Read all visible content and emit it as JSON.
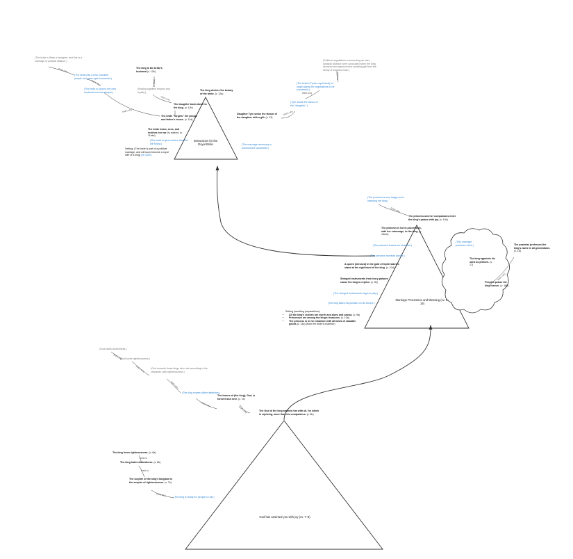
{
  "top": {
    "title": "Instructions for the Royal Bride",
    "notes": {
      "foreigner": "(The bride is likely a foreigner, and this is a marriage of political alliance.)",
      "new_loyalties": "(The bride has a new, loveable people and new royal household.)",
      "new_husband": "(The bride is loyal to her new husband and new people.)",
      "kings_husband": "The king is the bride's husband",
      "kings_husband_ref": "(v. 12b)",
      "bowing": "(Bowing signifies respect and loyalty.)",
      "daughter_bows": "The daughter bows down to the king.",
      "daughter_bows_ref": "(v. 12b)",
      "forgets": "The bride \"forgets\" her people and father's house.",
      "forgets_ref": "(v. 11d)",
      "hears": "The bride hears, sees, and inclines her ear",
      "hears_ref": "(to advice). (v. 11abc)",
      "advice": "(The bride is given advice that she will follow.)",
      "setting": "Setting: (The bride is part of a political marriage, and will soon become a royal wife of a king)",
      "setting_link": "(of Ophir)",
      "desires": "The king desires the beauty of the bride.",
      "desires_ref": "(v. 12a)",
      "political": "(Political negotiations surrounding an inter-dynastic alliance were concluded when the king received and approved the wedding gift from the family of the new bride.)",
      "tyre_wants": "(The bride's Tyrian royal family of origin wants the negotiations to be successful.)",
      "tyre_favor": "(Tyre wants the favour of the \"daughter\".)",
      "tyre_seeks": "Daughter Tyre seeks the favour of the daughter with a gift.",
      "tyre_seeks_ref": "(v. 13)",
      "ceremony": "(The marriage ceremony is pronounced successful.)"
    }
  },
  "middle": {
    "title": "Marriage Procession and Blessing (vv. 9–18)",
    "notes": {
      "happy": "(The princess is very happy to be marrying the king.)",
      "enter_palace": "The princess and her companions enter the king's palace with joy.",
      "enter_palace_ref": "(v. 14b)",
      "led": "The princess is led in procession, with her entourage, to the king.",
      "led_ref": "(v. 15a-b)",
      "leaves_chamber": "(The princess leaves her chamber.)",
      "receives_advice": "(The princess receives advice.)",
      "queen": "A queen (dressed) in the gold of Ophir takes a stand at the right hand of the king.",
      "queen_ref": "(v. 10d)",
      "strings": "Stringed instruments from ivory palaces cause the king to rejoice.",
      "strings_ref": "(v. 9b)",
      "strings_begin": "(The stringed instruments begin to play.)",
      "king_position": "(The king takes his position on his throne.)",
      "prep_heading": "Setting (wedding preparations):",
      "prep_items": [
        "All the king's clothes are myrrh and aloes and cassia.",
        "Princesses are among the king's treasures.",
        "The princess is in her chamber with all kinds of valuable goods"
      ],
      "prep_refs": [
        "(v. 9a)",
        "(v. 10a)",
        "(v. 14a) (from the bride's chamber)"
      ],
      "products": "(This marriage produces heirs.)",
      "appoints": "The king appoints his sons as princes.",
      "appoints_ref": "(v. 17)",
      "praises": "Peoples praise the king forever.",
      "praises_ref": "(v. 18b)",
      "psalmist": "The psalmist professes the king's name in all generations.",
      "psalmist_ref": "(v. 18)"
    }
  },
  "bottom": {
    "title": "God has anointed you with joy (vv. 7–8)",
    "notes": {
      "god_hates": "(God hates wickedness.)",
      "god_loves": "(God loves righteousness.)",
      "god_rewards": "(God rewards those kings who rule according to his character, with righteousness.)",
      "king_shares": "(The king shares divine attributes.)",
      "throne": "The throne of (the king), God, is forever and ever.",
      "throne_ref": "(v. 7a)",
      "oil": "The God of the king anoints him with oil, for which is rejoicing, more than his companions.",
      "oil_ref": "(v. 8b)",
      "loves": "The king loves righteousness.",
      "loves_ref": "(v. 8a)",
      "hates": "The king hates wickedness.",
      "hates_ref": "(v. 8b)",
      "sceptre": "The sceptre of the king's kingdom is the sceptre of righteousness.",
      "sceptre_ref": "(v. 7b)",
      "ready": "(The king is ready for people to rule.)"
    }
  },
  "labels": {
    "thats_why": "that's why",
    "leads_to": "leads to"
  },
  "colors": {
    "note_blue": "#2f86d6",
    "note_grey": "#777777",
    "line": "#333333"
  }
}
